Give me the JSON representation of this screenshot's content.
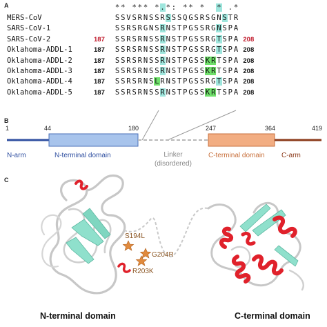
{
  "panels": {
    "a": "A",
    "b": "B",
    "c": "C"
  },
  "alignment": {
    "conservation": "** *** *.*: ** *  * .*",
    "rows": [
      {
        "name": "MERS-CoV",
        "start": "",
        "end": "",
        "seq": "SSVSRNSSRSSSQGSRSGNSTR",
        "hl_cyan": [
          9,
          19
        ],
        "hl_green": []
      },
      {
        "name": "SARS-CoV-1",
        "start": "",
        "end": "",
        "seq": "SSRSRGNSRNSTPGSSRGNSPA",
        "hl_cyan": [
          8,
          18
        ],
        "hl_green": []
      },
      {
        "name": "SARS-CoV-2",
        "start": "187",
        "end": "208",
        "seq": "SSRSRNSSRNSTPGSSRGTSPA",
        "hl_cyan": [
          8,
          18
        ],
        "hl_green": [],
        "red": true
      },
      {
        "name": "Oklahoma-ADDL-1",
        "start": "187",
        "end": "208",
        "seq": "SSRSRNSSRNSTPGSSRGTSPA",
        "hl_cyan": [
          8,
          18
        ],
        "hl_green": []
      },
      {
        "name": "Oklahoma-ADDL-2",
        "start": "187",
        "end": "208",
        "seq": "SSRSRNSSRNSTPGSSKRTSPA",
        "hl_cyan": [
          8
        ],
        "hl_green": [
          16,
          17
        ]
      },
      {
        "name": "Oklahoma-ADDL-3",
        "start": "187",
        "end": "208",
        "seq": "SSRSRNSSRNSTPGSSKRTSPA",
        "hl_cyan": [
          8
        ],
        "hl_green": [
          16,
          17
        ]
      },
      {
        "name": "Oklahoma-ADDL-4",
        "start": "187",
        "end": "208",
        "seq": "SSRSRNSLRNSTPGSSRGTSPA",
        "hl_cyan": [
          18
        ],
        "hl_green": [
          7
        ]
      },
      {
        "name": "Oklahoma-ADDL-5",
        "start": "187",
        "end": "208",
        "seq": "SSRSRNSSRNSTPGSSKRTSPA",
        "hl_cyan": [
          8
        ],
        "hl_green": [
          16,
          17
        ]
      }
    ]
  },
  "domain_map": {
    "ticks": [
      "1",
      "44",
      "180",
      "247",
      "364",
      "419"
    ],
    "n_arm": "N-arm",
    "n_domain": "N-terminal domain",
    "linker": "Linker",
    "linker_sub": "(disordered)",
    "c_domain": "C-terminal domain",
    "c_arm": "C-arm",
    "colors": {
      "n_arm": "#2f4fa0",
      "n_domain": "#a8c4ec",
      "linker": "#b8b8b8",
      "c_domain": "#f2ad82",
      "c_arm": "#8b3a1a"
    }
  },
  "structure": {
    "mutations": [
      "S194L",
      "G204R",
      "R203K"
    ],
    "n_label": "N-terminal domain",
    "c_label": "C-terminal domain",
    "colors": {
      "helix": "#e0212b",
      "sheet": "#8fe0cc",
      "coil": "#c9c9c9",
      "star": "#e08a3e"
    }
  }
}
